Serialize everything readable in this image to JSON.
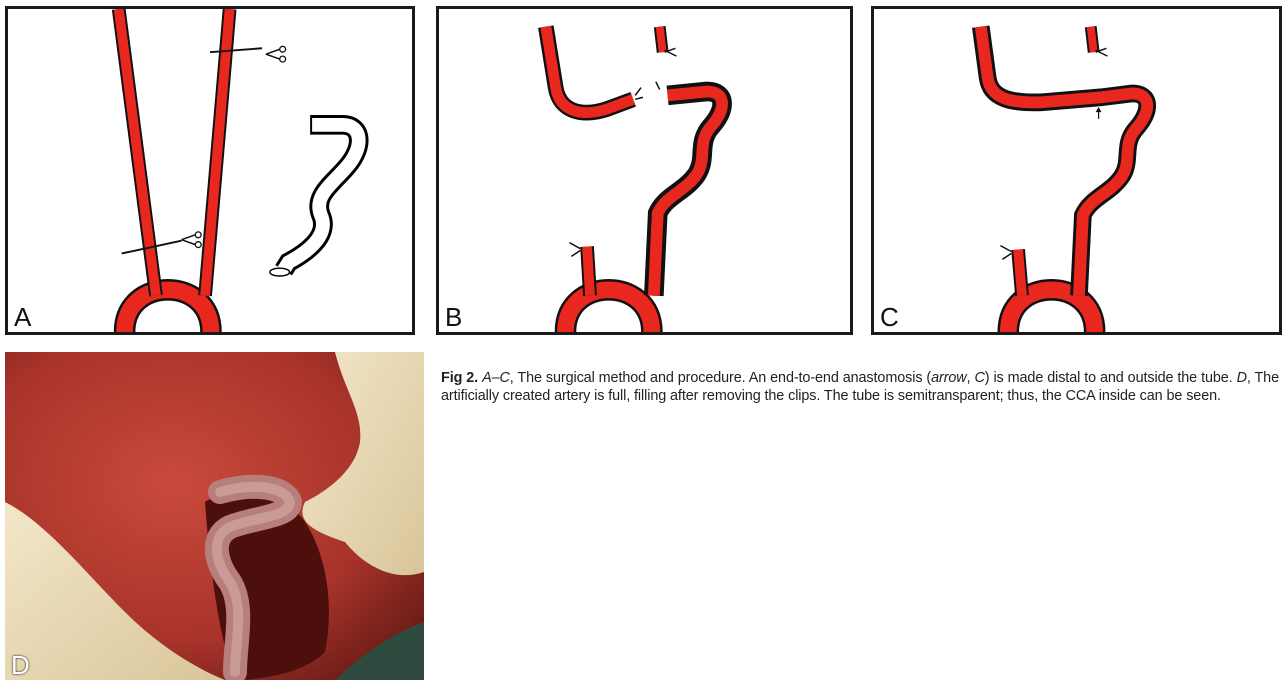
{
  "figure": {
    "panels": [
      {
        "id": "A",
        "label": "A"
      },
      {
        "id": "B",
        "label": "B"
      },
      {
        "id": "C",
        "label": "C"
      },
      {
        "id": "D",
        "label": "D"
      }
    ],
    "caption": {
      "fig_label": "Fig 2.",
      "seg1_italic": "A",
      "seg2": "–",
      "seg3_italic": "C",
      "seg4": ", The surgical method and procedure. An end-to-end anastomosis (",
      "seg5_italic": "arrow",
      "seg6": ", ",
      "seg7_italic": "C",
      "seg8": ") is made distal to and outside the tube. ",
      "seg9_italic": "D",
      "seg10": ", The artificially created artery is full, filling after removing the clips. The tube is semitransparent; thus, the CCA inside can be seen."
    }
  },
  "colors": {
    "vessel": "#e8271f",
    "outline": "#111111",
    "tube_outline": "#000000"
  }
}
